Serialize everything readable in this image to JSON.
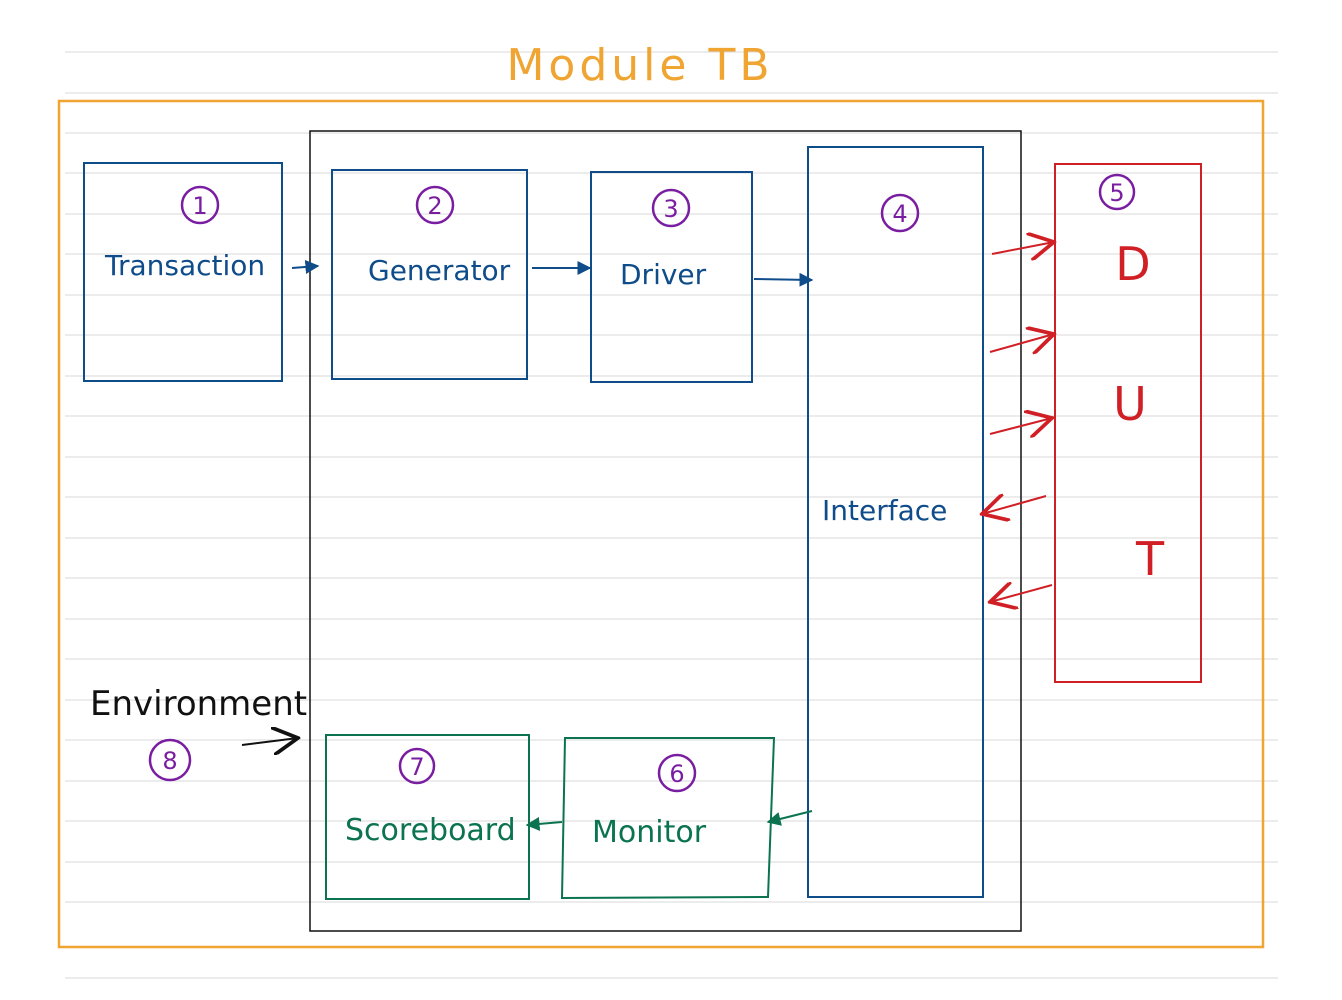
{
  "title": "Module TB",
  "environment": {
    "label": "Environment",
    "number": "8"
  },
  "blocks": {
    "transaction": {
      "number": "1",
      "label": "Transaction"
    },
    "generator": {
      "number": "2",
      "label": "Generator"
    },
    "driver": {
      "number": "3",
      "label": "Driver"
    },
    "interface": {
      "number": "4",
      "label": "Interface"
    },
    "dut": {
      "number": "5",
      "letters": [
        "D",
        "U",
        "T"
      ]
    },
    "monitor": {
      "number": "6",
      "label": "Monitor"
    },
    "scoreboard": {
      "number": "7",
      "label": "Scoreboard"
    }
  },
  "colors": {
    "orange": "#f0a431",
    "blue": "#0f4c8a",
    "red": "#d11f26",
    "green": "#0b7350",
    "purple": "#7a1ea1",
    "black": "#111111",
    "ruled_line": "#d8d8d8"
  }
}
